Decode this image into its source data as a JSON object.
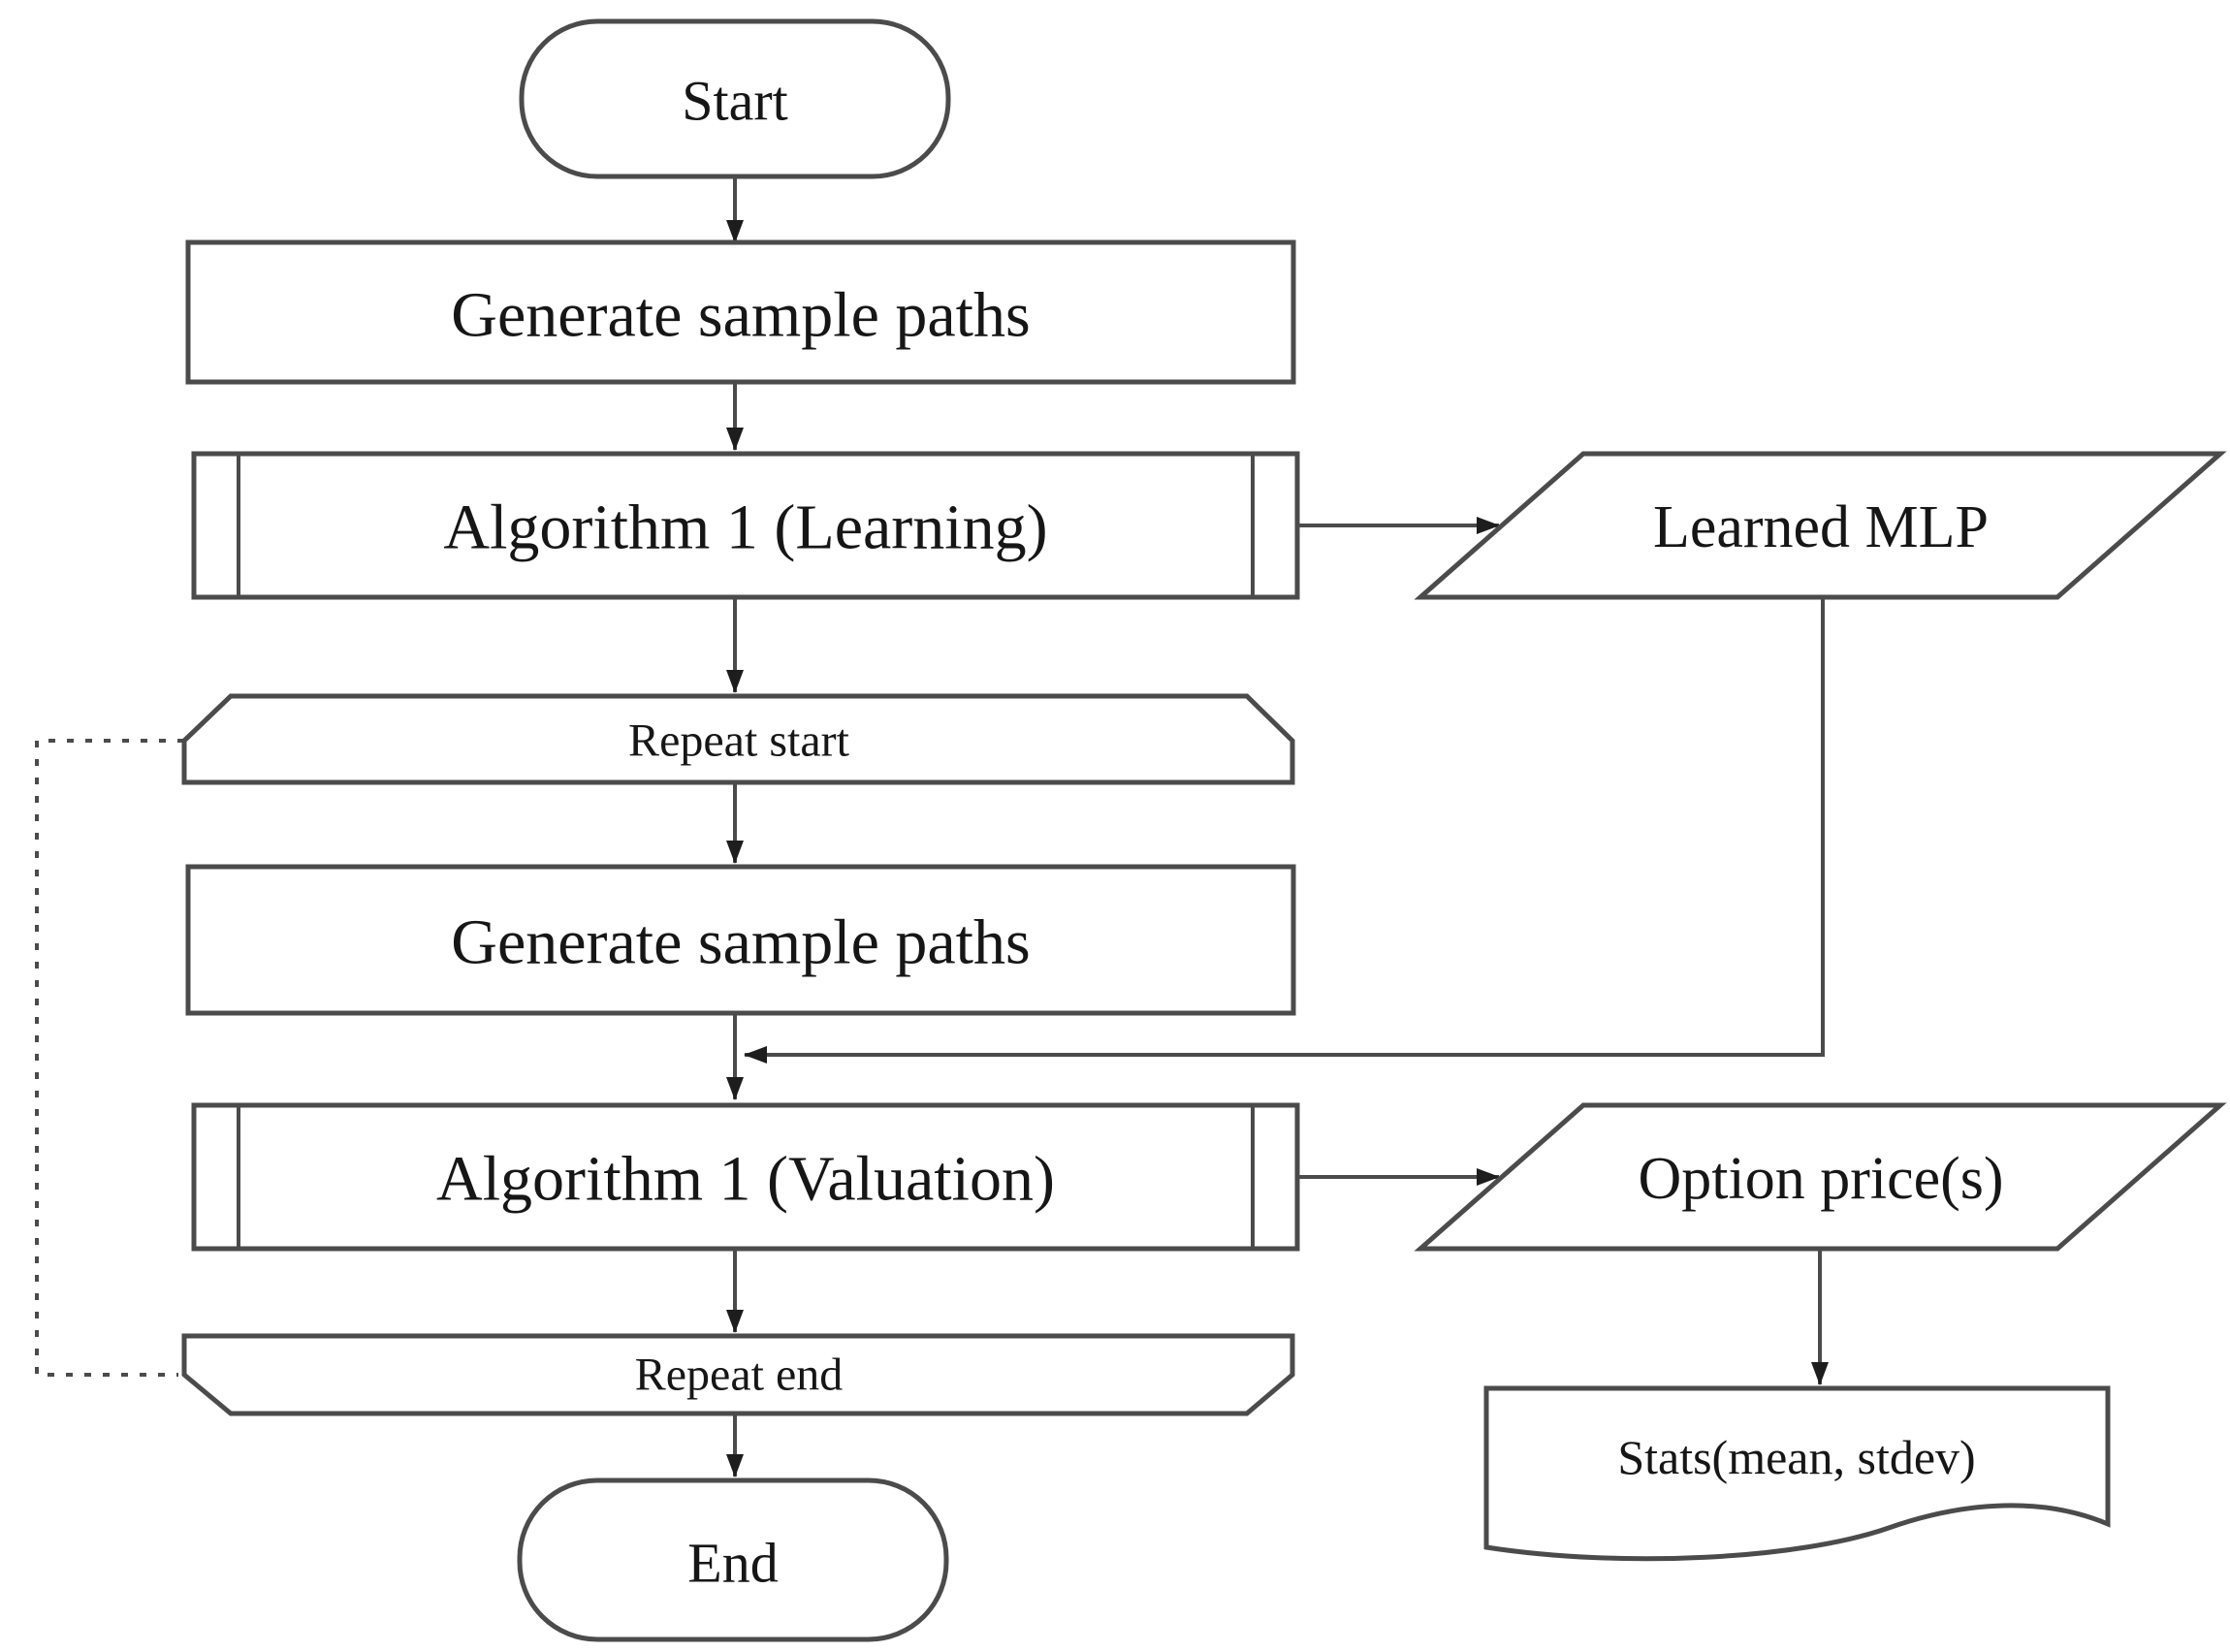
{
  "figure": {
    "kind": "flowchart",
    "background": "#ffffff",
    "stroke_color": "#4b4b4b",
    "text_color": "#161616"
  },
  "flowchart": {
    "nodes": {
      "start": {
        "label": "Start",
        "shape": "terminator"
      },
      "generate_paths_1": {
        "label": "Generate sample paths",
        "shape": "process"
      },
      "algorithm_learning": {
        "label": "Algorithm 1 (Learning)",
        "shape": "predefined-process"
      },
      "learned_mlp": {
        "label": "Learned MLP",
        "shape": "data-parallelogram"
      },
      "repeat_start": {
        "label": "Repeat start",
        "shape": "loop-limit-start"
      },
      "generate_paths_2": {
        "label": "Generate sample paths",
        "shape": "process"
      },
      "algorithm_valuation": {
        "label": "Algorithm 1 (Valuation)",
        "shape": "predefined-process"
      },
      "option_prices": {
        "label": "Option price(s)",
        "shape": "data-parallelogram"
      },
      "repeat_end": {
        "label": "Repeat end",
        "shape": "loop-limit-end"
      },
      "end": {
        "label": "End",
        "shape": "terminator"
      },
      "stats": {
        "label": "Stats(mean, stdev)",
        "shape": "document"
      }
    },
    "edges": [
      {
        "from": "start",
        "to": "generate_paths_1",
        "style": "solid-arrow"
      },
      {
        "from": "generate_paths_1",
        "to": "algorithm_learning",
        "style": "solid-arrow"
      },
      {
        "from": "algorithm_learning",
        "to": "learned_mlp",
        "style": "solid-arrow"
      },
      {
        "from": "algorithm_learning",
        "to": "repeat_start",
        "style": "solid-arrow"
      },
      {
        "from": "repeat_start",
        "to": "generate_paths_2",
        "style": "solid-arrow"
      },
      {
        "from": "generate_paths_2",
        "to": "algorithm_valuation",
        "style": "solid-arrow"
      },
      {
        "from": "learned_mlp",
        "to": "algorithm_valuation",
        "style": "solid-arrow-elbow"
      },
      {
        "from": "algorithm_valuation",
        "to": "option_prices",
        "style": "solid-arrow"
      },
      {
        "from": "algorithm_valuation",
        "to": "repeat_end",
        "style": "solid-arrow"
      },
      {
        "from": "option_prices",
        "to": "stats",
        "style": "solid-arrow"
      },
      {
        "from": "repeat_end",
        "to": "end",
        "style": "solid-arrow"
      },
      {
        "from": "repeat_start",
        "to": "repeat_end",
        "style": "dashed-loop"
      }
    ]
  }
}
